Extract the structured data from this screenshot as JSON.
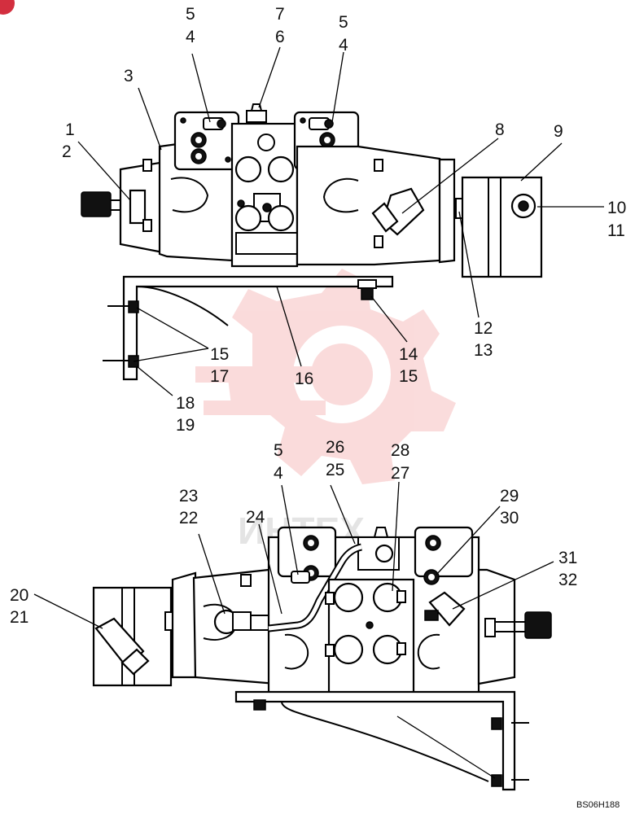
{
  "diagram": {
    "drawing_code": "BS06H188",
    "watermark_text": "ИНТЕХ",
    "colors": {
      "ink": "#000000",
      "watermark": "#f3a2a2",
      "corner_badge": "#d32f3f"
    },
    "callouts": {
      "c1": "1",
      "c2": "2",
      "c3": "3",
      "c4a": "4",
      "c5a": "5",
      "c6": "6",
      "c7": "7",
      "c4b": "4",
      "c5b": "5",
      "c8": "8",
      "c9": "9",
      "c10": "10",
      "c11": "11",
      "c12": "12",
      "c13": "13",
      "c14": "14",
      "c15a": "15",
      "c15b": "15",
      "c17": "17",
      "c16": "16",
      "c18": "18",
      "c19": "19",
      "c5c": "5",
      "c4c": "4",
      "c26": "26",
      "c25": "25",
      "c28": "28",
      "c27": "27",
      "c23": "23",
      "c22": "22",
      "c24": "24",
      "c29": "29",
      "c30": "30",
      "c31": "31",
      "c32": "32",
      "c20": "20",
      "c21": "21"
    }
  }
}
